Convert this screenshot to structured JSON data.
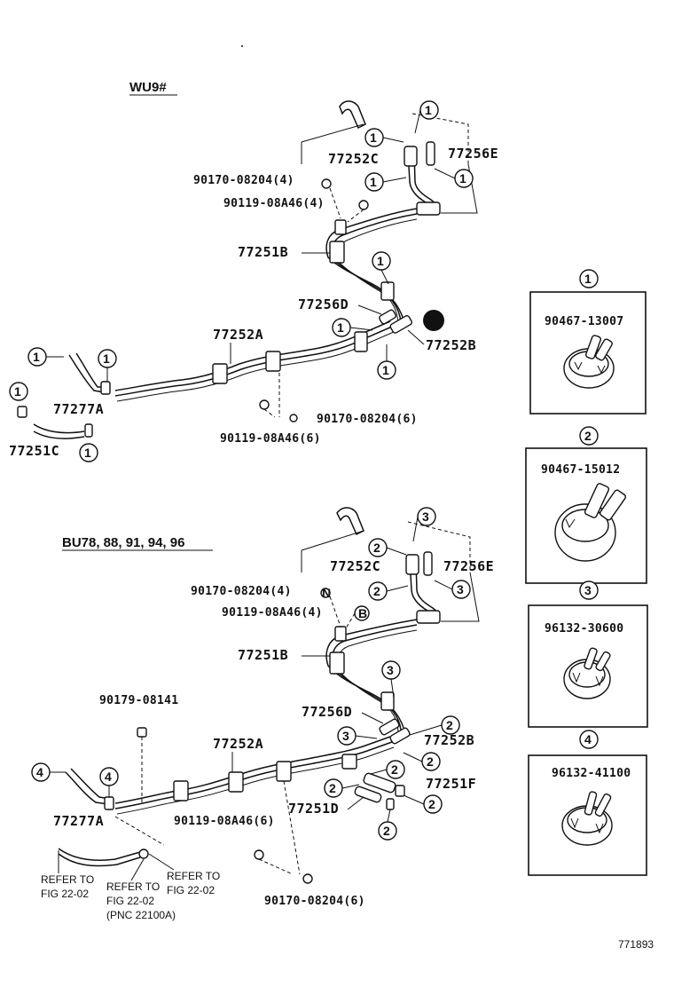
{
  "sections": {
    "top": "WU9#",
    "bottom": "BU78, 88, 91, 94, 96"
  },
  "parts_top": {
    "p77252C": "77252C",
    "p77256E": "77256E",
    "p90170_4": "90170-08204(4)",
    "p90119_4": "90119-08A46(4)",
    "p77251B": "77251B",
    "p77256D": "77256D",
    "p77252A": "77252A",
    "p77252B": "77252B",
    "p77277A": "77277A",
    "p77251C": "77251C",
    "p90170_6": "90170-08204(6)",
    "p90119_6": "90119-08A46(6)"
  },
  "parts_bottom": {
    "p77252C": "77252C",
    "p77256E": "77256E",
    "p90170_4": "90170-08204(4)",
    "p90119_4": "90119-08A46(4)",
    "p77251B": "77251B",
    "p90179": "90179-08141",
    "p77256D": "77256D",
    "p77252B": "77252B",
    "p77252A": "77252A",
    "p77251F": "77251F",
    "p77251D": "77251D",
    "p77277A": "77277A",
    "p90119_6": "90119-08A46(6)",
    "p90170_6": "90170-08204(6)",
    "refer1_a": "REFER TO",
    "refer1_b": "FIG 22-02",
    "refer2_a": "REFER TO",
    "refer2_b": "FIG 22-02",
    "refer2_c": "(PNC 22100A)",
    "refer3_a": "REFER TO",
    "refer3_b": "FIG 22-02"
  },
  "legend": [
    {
      "num": "1",
      "part": "90467-13007"
    },
    {
      "num": "2",
      "part": "90467-15012"
    },
    {
      "num": "3",
      "part": "96132-30600"
    },
    {
      "num": "4",
      "part": "96132-41100"
    }
  ],
  "marks": {
    "N": "N",
    "B": "B"
  },
  "callout_nums": {
    "one": "1",
    "two": "2",
    "three": "3",
    "four": "4"
  },
  "figure_id": "771893"
}
